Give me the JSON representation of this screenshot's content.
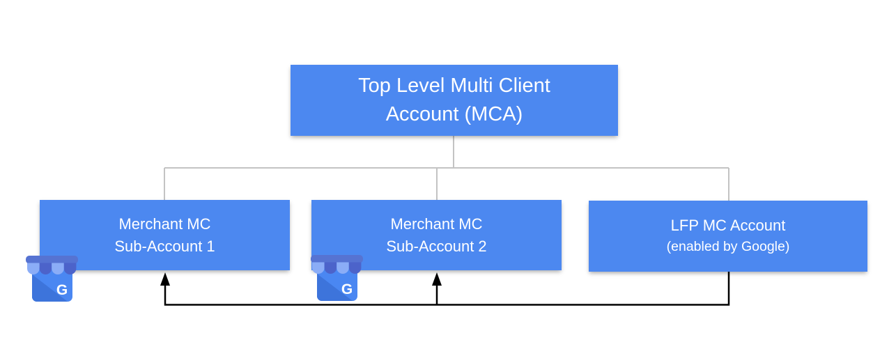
{
  "diagram": {
    "colors": {
      "node_fill": "#4c88f0",
      "node_text": "#ffffff",
      "tree_connector": "#c3c3c3",
      "flow_arrow": "#000000",
      "icon_body": "#4a87f2",
      "icon_body_shade": "#3d74db",
      "icon_awning_band": "#5673d2",
      "icon_scallop_light": "#8badf7",
      "icon_scallop_dark": "#4c63ca"
    },
    "nodes": {
      "mca": {
        "line1": "Top Level Multi Client",
        "line2": "Account (MCA)"
      },
      "merchant1": {
        "line1": "Merchant MC",
        "line2": "Sub-Account 1"
      },
      "merchant2": {
        "line1": "Merchant MC",
        "line2": "Sub-Account 2"
      },
      "lfp": {
        "line1": "LFP MC Account",
        "line2": "(enabled by Google)"
      }
    },
    "icons": {
      "google_letter": "G"
    }
  }
}
